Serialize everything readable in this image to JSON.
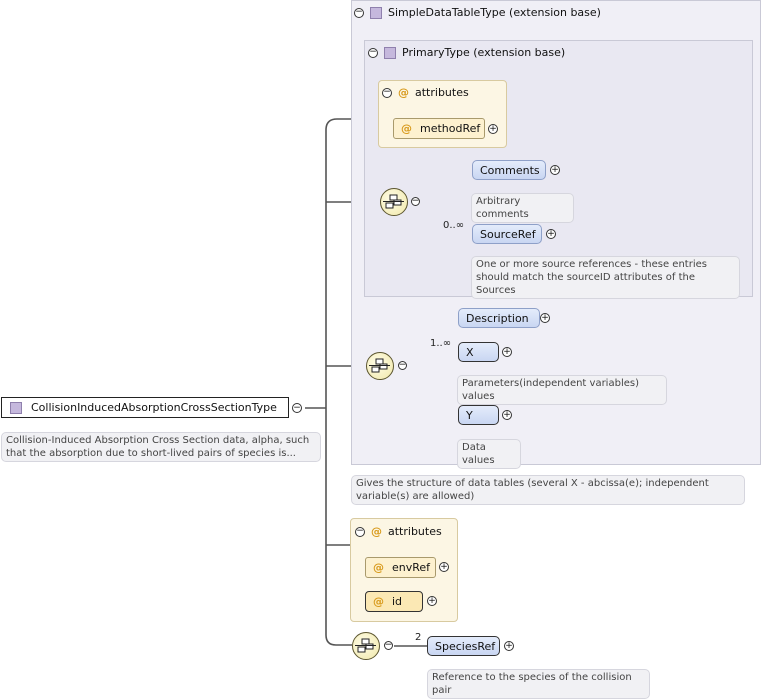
{
  "root": {
    "name": "CollisionInducedAbsorptionCrossSectionType",
    "annotation_line1": "Collision-Induced Absorption Cross Section data, alpha, such",
    "annotation_line2": "that the absorption due to short-lived pairs of species is..."
  },
  "simple_data_table": {
    "title": "SimpleDataTableType (extension base)",
    "annotation_line1": "Gives the structure of data tables (several X - abcissa(e); independent",
    "annotation_line2": "variable(s) are allowed)"
  },
  "primary_type": {
    "title": "PrimaryType (extension base)",
    "attributes_label": "attributes",
    "attribute_methodRef": "methodRef",
    "comments": {
      "label": "Comments",
      "annotation": "Arbitrary comments"
    },
    "source_ref": {
      "label": "SourceRef",
      "occurrence": "0..∞",
      "annotation_line1": "One or more source references - these entries",
      "annotation_line2": "should match the sourceID attributes of the Sources"
    }
  },
  "data_sequence": {
    "description_label": "Description",
    "x": {
      "label": "X",
      "occurrence": "1..∞",
      "annotation": "Parameters(independent variables) values"
    },
    "y": {
      "label": "Y",
      "annotation": "Data values"
    }
  },
  "attributes": {
    "label": "attributes",
    "envRef": "envRef",
    "id": "id"
  },
  "species_sequence": {
    "label": "SpeciesRef",
    "occurrence": "2",
    "annotation": "Reference to the species of the collision pair"
  },
  "icons": {
    "collapse": "⊖",
    "expand": "+",
    "attribute": "@"
  },
  "colors": {
    "panel_bg": "#f0eff6",
    "element_fill": "#d4def5",
    "attribute_fill": "#fdf1cf",
    "sequence_fill": "#f4edb8",
    "type_icon": "#c5b8dd"
  }
}
